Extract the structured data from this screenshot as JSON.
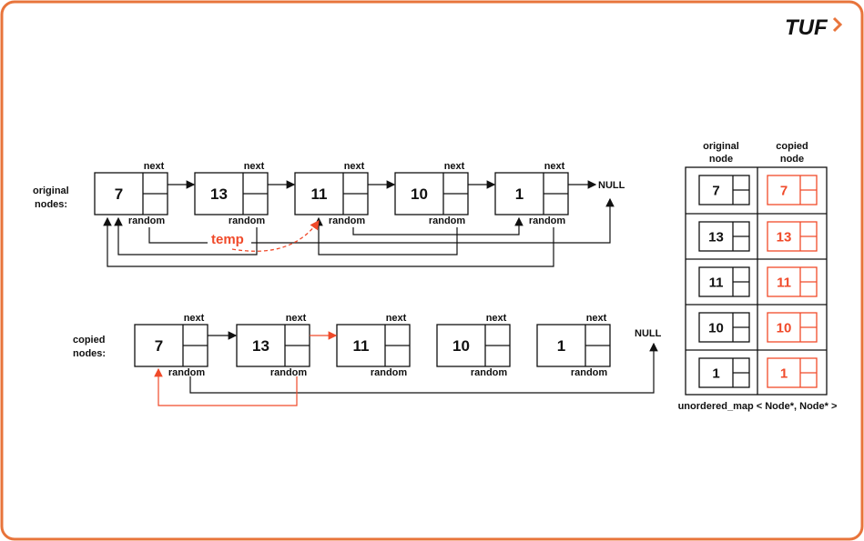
{
  "logo": "TUF",
  "colors": {
    "accent": "#f04a2a",
    "border": "#e8743b",
    "ink": "#111111"
  },
  "original": {
    "label_line1": "original",
    "label_line2": "nodes:",
    "values": [
      "7",
      "13",
      "11",
      "10",
      "1"
    ],
    "next_label": "next",
    "random_label": "random",
    "null_label": "NULL",
    "temp_label": "temp"
  },
  "copied": {
    "label_line1": "copied",
    "label_line2": "nodes:",
    "values": [
      "7",
      "13",
      "11",
      "10",
      "1"
    ],
    "next_label": "next",
    "random_label": "random",
    "null_label": "NULL"
  },
  "map": {
    "header_original_1": "original",
    "header_original_2": "node",
    "header_copied_1": "copied",
    "header_copied_2": "node",
    "rows": [
      "7",
      "13",
      "11",
      "10",
      "1"
    ],
    "caption": "unordered_map < Node*, Node* >"
  }
}
